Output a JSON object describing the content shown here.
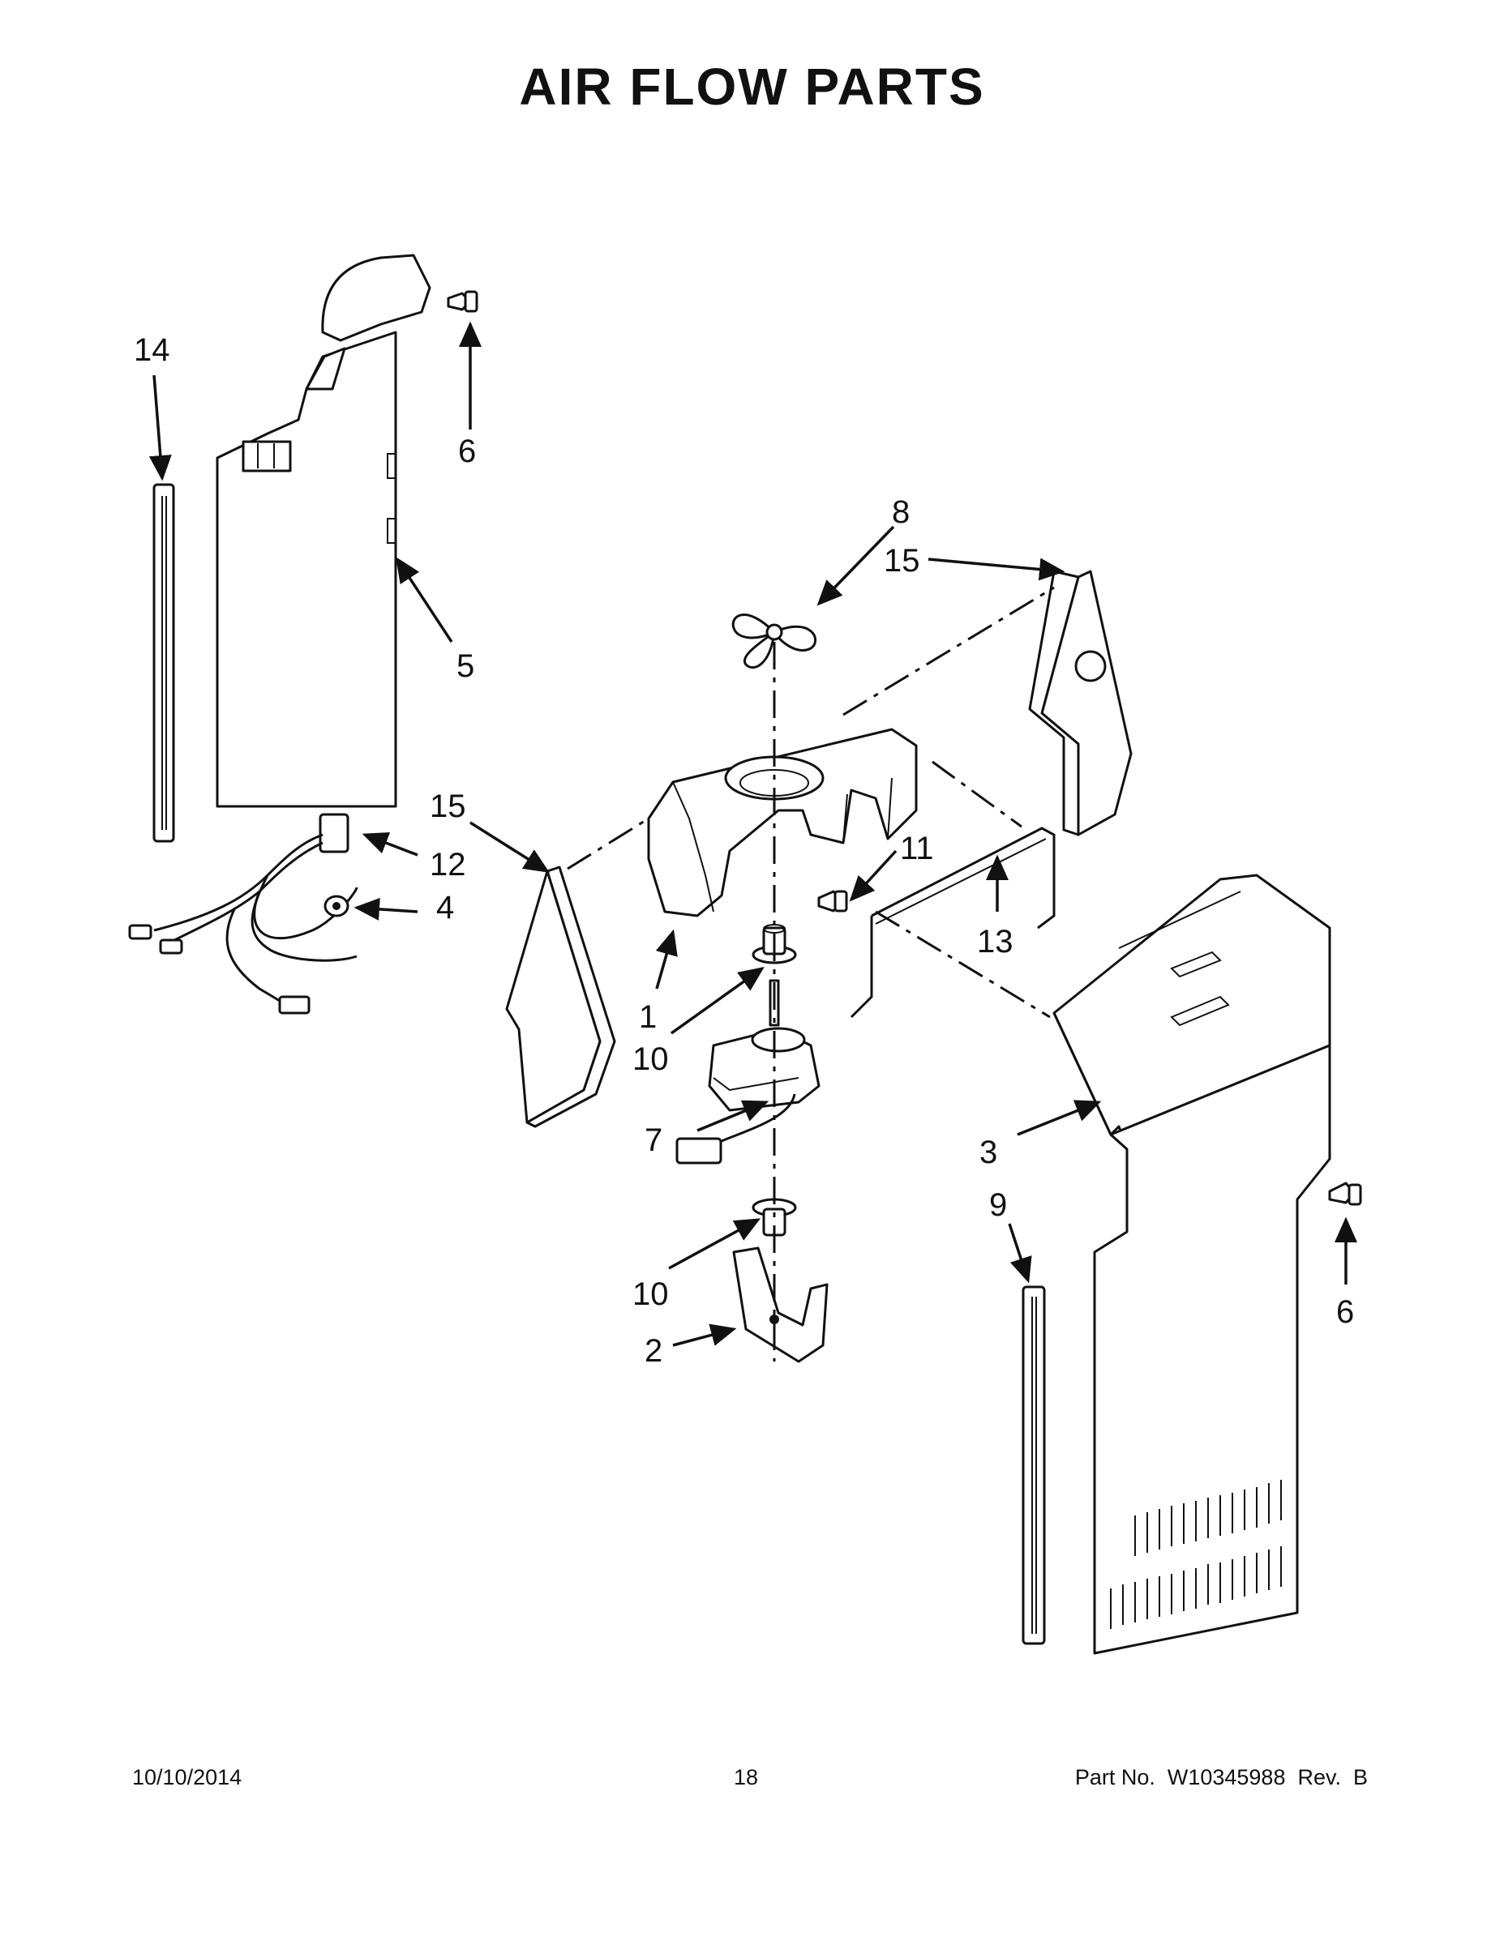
{
  "title": "AIR FLOW PARTS",
  "callouts": [
    "14",
    "6",
    "8",
    "15",
    "5",
    "15",
    "12",
    "4",
    "11",
    "13",
    "1",
    "10",
    "7",
    "3",
    "9",
    "6",
    "10",
    "2"
  ],
  "footer": {
    "date": "10/10/2014",
    "page": "18",
    "part_no": "Part No.  W10345988  Rev.  B"
  }
}
